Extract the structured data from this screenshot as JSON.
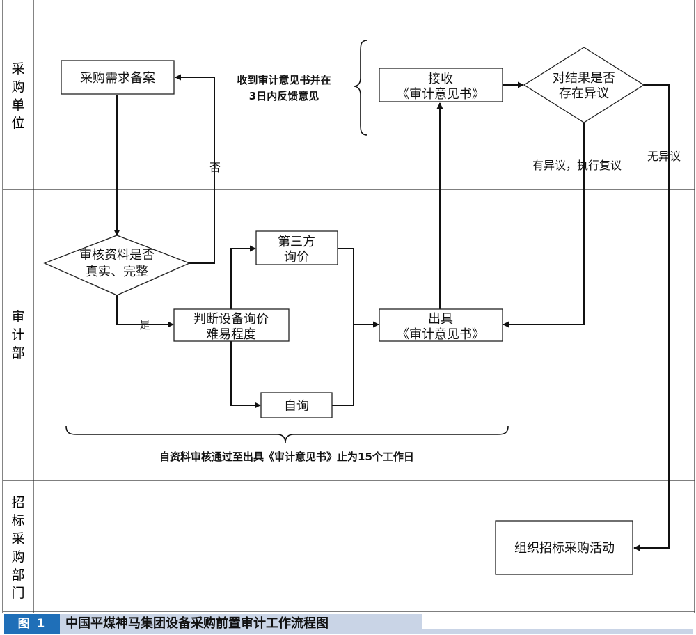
{
  "lanes": {
    "purchasing_unit": "采购单位",
    "audit_department": "审计部",
    "tender_department": "招标采购部门"
  },
  "nodes": {
    "purchase_filing": "采购需求备案",
    "review_materials": [
      "审核资料是否",
      "真实、完整"
    ],
    "judge_difficulty": [
      "判断设备询价",
      "难易程度"
    ],
    "third_party": [
      "第三方",
      "询价"
    ],
    "self_inquiry": "自询",
    "issue_opinion": [
      "出具",
      "《审计意见书》"
    ],
    "receive_opinion": [
      "接收",
      "《审计意见书》"
    ],
    "objection_check": [
      "对结果是否",
      "存在异议"
    ],
    "organize_tender": "组织招标采购活动"
  },
  "edge_labels": {
    "no": "否",
    "yes": "是",
    "has_objection": "有异议，执行复议",
    "no_objection": "无异议"
  },
  "notes": {
    "feedback": [
      "收到审计意见书并在",
      "3日内反馈意见"
    ],
    "duration": "自资料审核通过至出具《审计意见书》止为15个工作日"
  },
  "caption": {
    "figure_label": "图 1",
    "title": "中国平煤神马集团设备采购前置审计工作流程图"
  },
  "colors": {
    "caption_badge": "#1f6fb8",
    "caption_bar": "#c9d4e6"
  }
}
